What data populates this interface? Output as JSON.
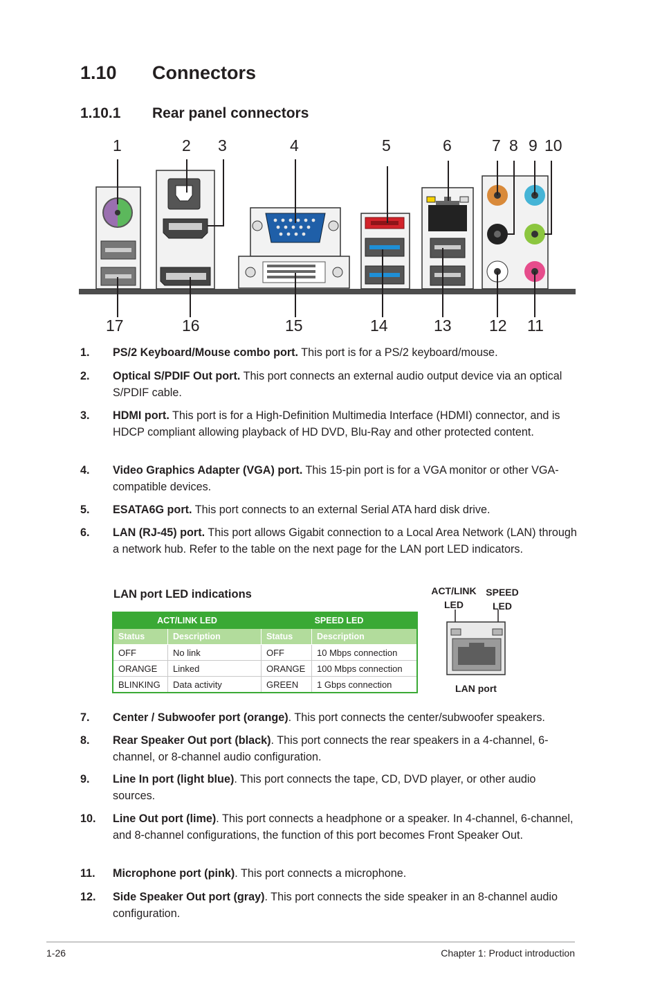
{
  "section": {
    "number": "1.10",
    "title": "Connectors"
  },
  "subsection": {
    "number": "1.10.1",
    "title": "Rear panel connectors"
  },
  "diagram": {
    "top_labels": [
      "1",
      "2",
      "3",
      "4",
      "5",
      "6",
      "7",
      "8",
      "9",
      "10"
    ],
    "bottom_labels": [
      "17",
      "16",
      "15",
      "14",
      "13",
      "12",
      "11"
    ],
    "colors": {
      "ps2_purple": "#9a6fb0",
      "ps2_green": "#5cb85c",
      "vga_blue": "#1f5fa8",
      "esata_red": "#d2232a",
      "usb3_blue": "#1e8fd6",
      "audio_orange": "#d98a3a",
      "audio_lightblue": "#45b4d6",
      "audio_lime": "#8cc63f",
      "audio_pink": "#e64d8c",
      "audio_black": "#222222",
      "audio_gray": "#cfcfcf"
    }
  },
  "items": [
    {
      "n": "1.",
      "title": "PS/2 Keyboard/Mouse combo port.",
      "text": " This port is for a PS/2 keyboard/mouse."
    },
    {
      "n": "2.",
      "title": "Optical S/PDIF Out port.",
      "text": " This port connects an external audio output device via an optical S/PDIF cable."
    },
    {
      "n": "3.",
      "title": "HDMI port.",
      "text": " This port is for a High-Definition Multimedia Interface (HDMI) connector, and is HDCP compliant allowing playback of HD DVD, Blu-Ray and other protected content."
    },
    {
      "n": "4.",
      "title": "Video Graphics Adapter (VGA) port.",
      "text": " This 15-pin port is for a VGA monitor or other VGA-compatible devices."
    },
    {
      "n": "5.",
      "title": "ESATA6G port.",
      "text": " This port connects to an external Serial ATA hard disk drive."
    },
    {
      "n": "6.",
      "title": "LAN (RJ-45) port.",
      "text": " This port allows Gigabit connection to a Local Area Network (LAN) through a network hub. Refer to the table on the next page for the LAN port LED indicators."
    },
    {
      "n": "7.",
      "title": "Center / Subwoofer port (orange)",
      "text": ". This port connects the center/subwoofer speakers."
    },
    {
      "n": "8.",
      "title": "Rear Speaker Out port (black)",
      "text": ". This port connects the rear speakers in a 4-channel, 6-channel, or 8-channel audio configuration."
    },
    {
      "n": "9.",
      "title": "Line In port (light blue)",
      "text": ". This port connects the tape, CD, DVD player, or other audio sources."
    },
    {
      "n": "10.",
      "title": "Line Out port (lime)",
      "text": ". This port connects a headphone or a speaker. In 4-channel, 6-channel, and 8-channel configurations, the function of this port becomes Front Speaker Out."
    },
    {
      "n": "11.",
      "title": "Microphone port (pink)",
      "text": ". This port connects a microphone."
    },
    {
      "n": "12.",
      "title": "Side Speaker Out port (gray)",
      "text": ". This port connects the side speaker in an 8-channel audio configuration."
    }
  ],
  "led": {
    "title": "LAN port LED indications",
    "group1": "ACT/LINK LED",
    "group2": "SPEED LED",
    "headers": [
      "Status",
      "Description",
      "Status",
      "Description"
    ],
    "rows": [
      [
        "OFF",
        "No link",
        "OFF",
        "10 Mbps connection"
      ],
      [
        "ORANGE",
        "Linked",
        "ORANGE",
        "100 Mbps connection"
      ],
      [
        "BLINKING",
        "Data activity",
        "GREEN",
        "1 Gbps connection"
      ]
    ],
    "act_label_1": "ACT/LINK",
    "act_label_2": "LED",
    "speed_label_1": "SPEED",
    "speed_label_2": "LED",
    "port_label": "LAN port",
    "colors": {
      "table_green": "#3aa935",
      "header_light_green": "#b2dc9c"
    }
  },
  "footer": {
    "page": "1-26",
    "chapter": "Chapter 1: Product introduction"
  }
}
